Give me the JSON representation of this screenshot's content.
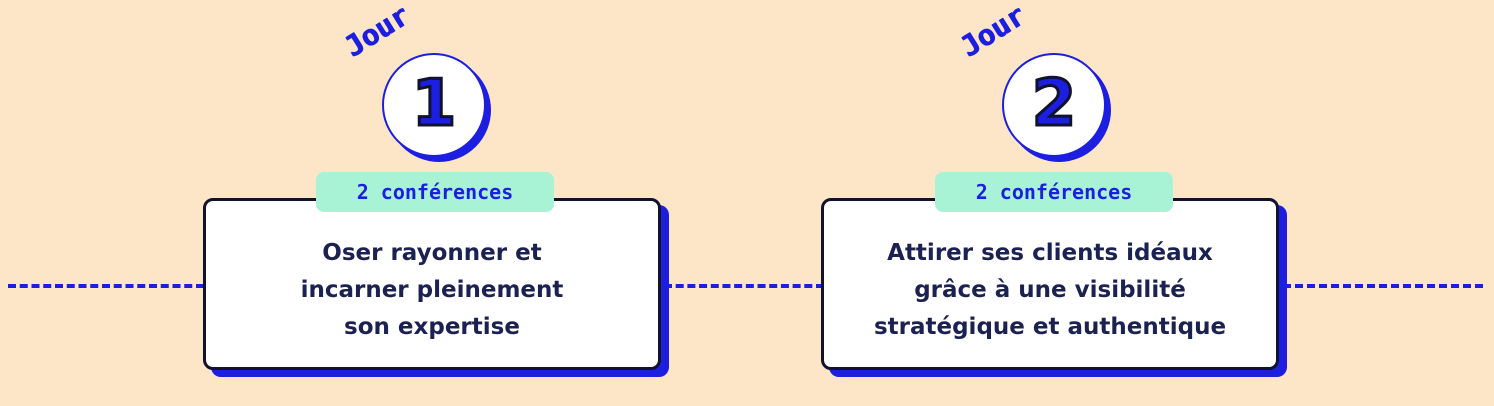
{
  "days": [
    {
      "jour_label": "Jour",
      "number": "1",
      "badge": "2 conférences",
      "title_lines": [
        "Oser rayonner et",
        "incarner pleinement",
        "son expertise"
      ]
    },
    {
      "jour_label": "Jour",
      "number": "2",
      "badge": "2 conférences",
      "title_lines": [
        "Attirer ses clients idéaux",
        "grâce à une visibilité",
        "stratégique et authentique"
      ]
    }
  ],
  "colors": {
    "background": "#fde5c8",
    "accent_blue": "#1c1ee0",
    "navy_text": "#1b2150",
    "badge_green": "#a8f3d6",
    "card_white": "#ffffff"
  }
}
